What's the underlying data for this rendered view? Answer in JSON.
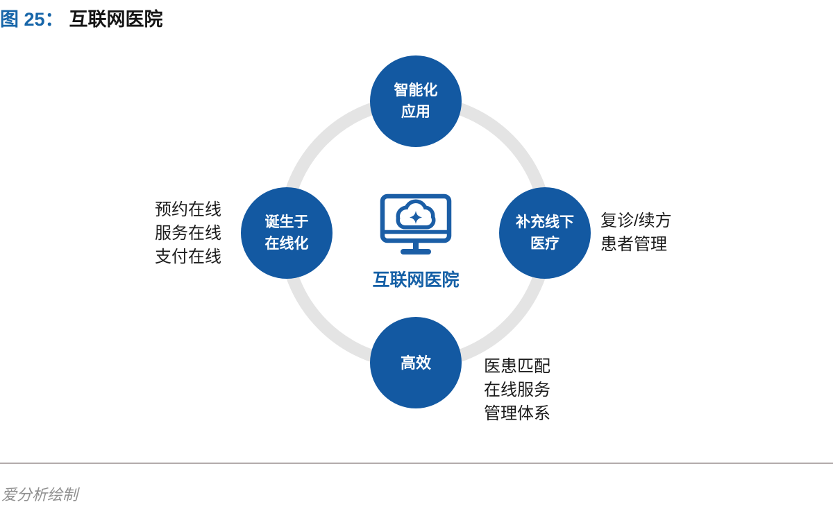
{
  "title": {
    "figure_label": "图 25：",
    "text": "互联网医院"
  },
  "diagram": {
    "center": {
      "icon": "cloud-monitor-icon",
      "label": "互联网医院"
    },
    "nodes": [
      {
        "id": "top",
        "lines": [
          "智能化",
          "应用"
        ]
      },
      {
        "id": "left",
        "lines": [
          "诞生于",
          "在线化"
        ]
      },
      {
        "id": "right",
        "lines": [
          "补充线下",
          "医疗"
        ]
      },
      {
        "id": "bottom",
        "lines": [
          "高效"
        ]
      }
    ],
    "notes": {
      "left": {
        "lines": [
          "预约在线",
          "服务在线",
          "支付在线"
        ]
      },
      "right": {
        "lines": [
          "复诊/续方",
          "患者管理"
        ]
      },
      "bottom": {
        "lines": [
          "医患匹配",
          "在线服务",
          "管理体系"
        ]
      }
    },
    "colors": {
      "node_blue": "#1359a2",
      "icon_blue": "#1b5ea6",
      "ring_gray": "#e4e4e4",
      "figure_label_blue": "#1766a9"
    }
  },
  "footer": {
    "credit": "爱分析绘制"
  }
}
